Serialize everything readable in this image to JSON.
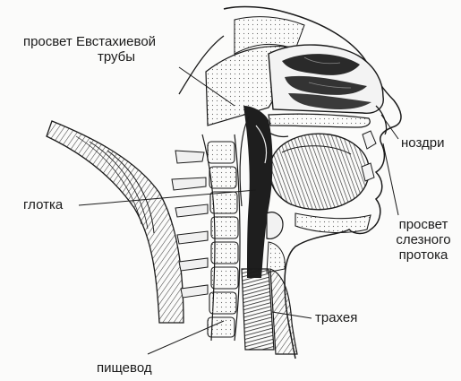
{
  "labels": {
    "eustachian_line1": "просвет Евстахиевой",
    "eustachian_line2": "трубы",
    "nostrils": "ноздри",
    "pharynx": "глотка",
    "lacrimal_line1": "просвет",
    "lacrimal_line2": "слезного",
    "lacrimal_line3": "протока",
    "trachea": "трахея",
    "esophagus": "пищевод"
  },
  "colors": {
    "ink": "#1a1a1a",
    "shade": "#555555",
    "dark": "#262626",
    "paper": "#fbfbfa"
  }
}
